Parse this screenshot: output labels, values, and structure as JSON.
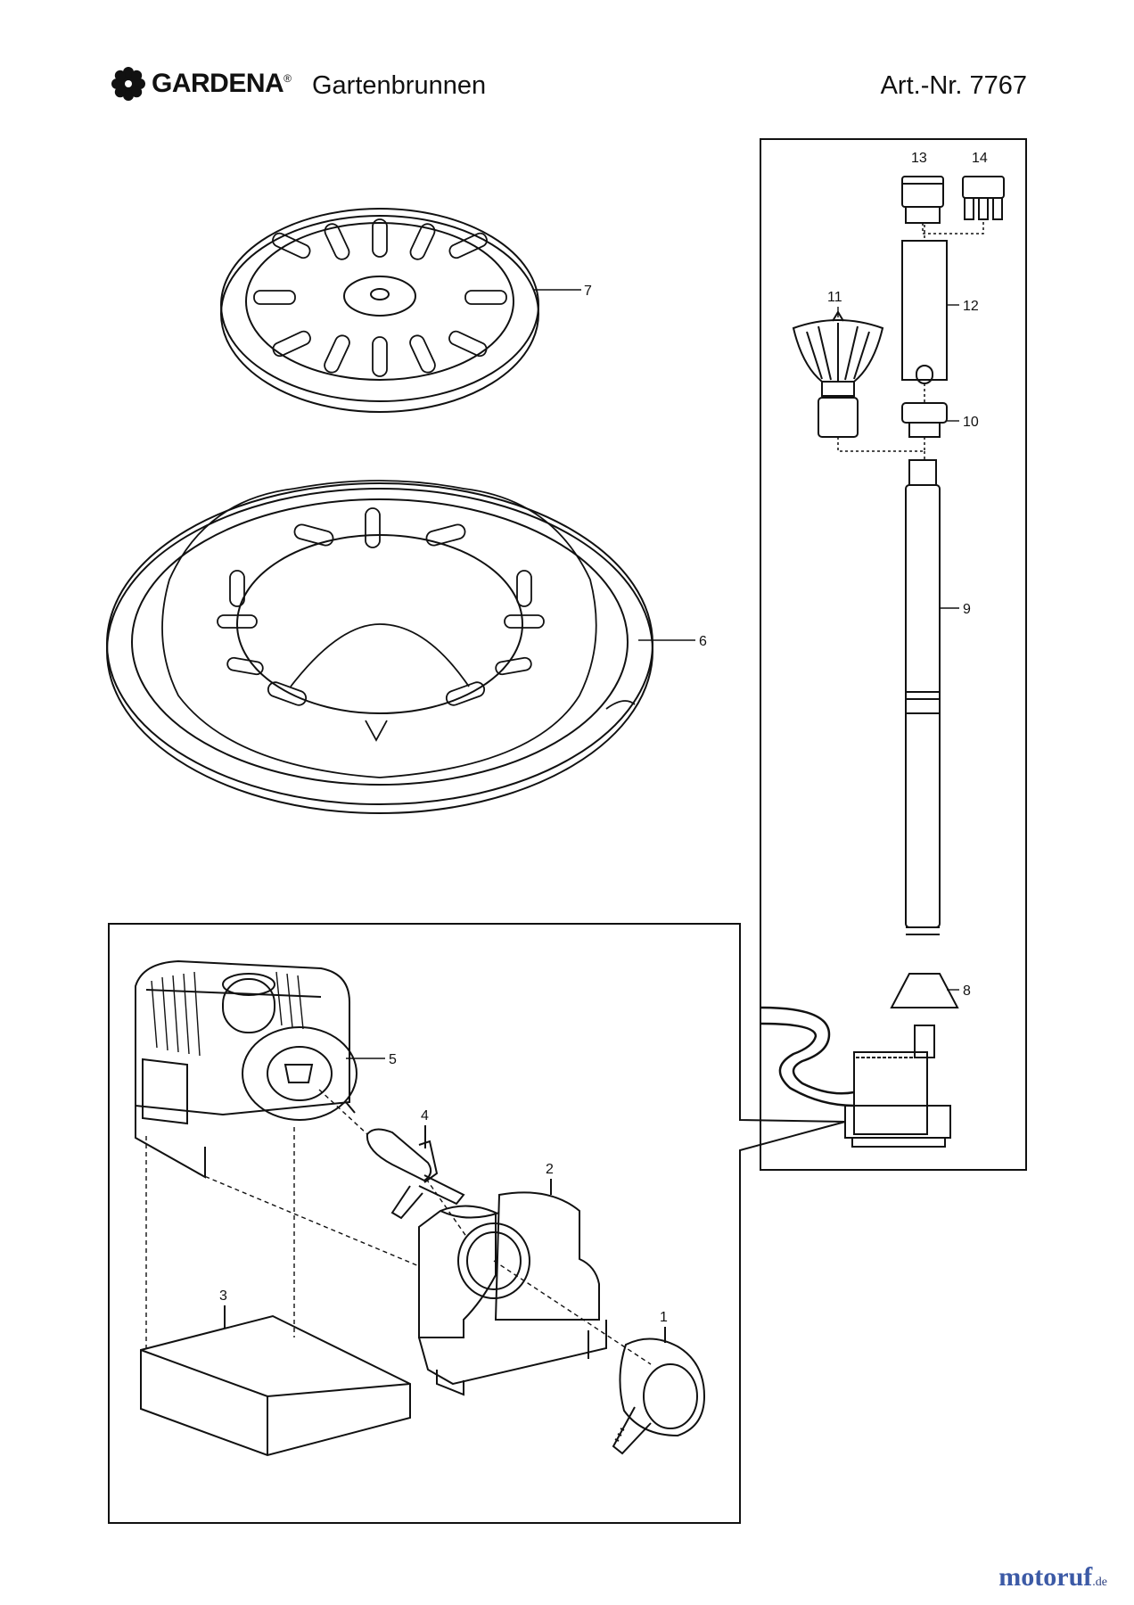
{
  "header": {
    "brand": "GARDENA",
    "trademark": "®",
    "doc_title": "Gartenbrunnen",
    "article_number": "Art.-Nr. 7767"
  },
  "parts": {
    "p1": "1",
    "p2": "2",
    "p3": "3",
    "p4": "4",
    "p5": "5",
    "p6": "6",
    "p7": "7",
    "p8": "8",
    "p9": "9",
    "p10": "10",
    "p11": "11",
    "p12": "12",
    "p13": "13",
    "p14": "14"
  },
  "watermark": {
    "name": "motoruf",
    "tld": ".de"
  },
  "colors": {
    "ink": "#111111",
    "watermark": "#3c5aa6"
  }
}
